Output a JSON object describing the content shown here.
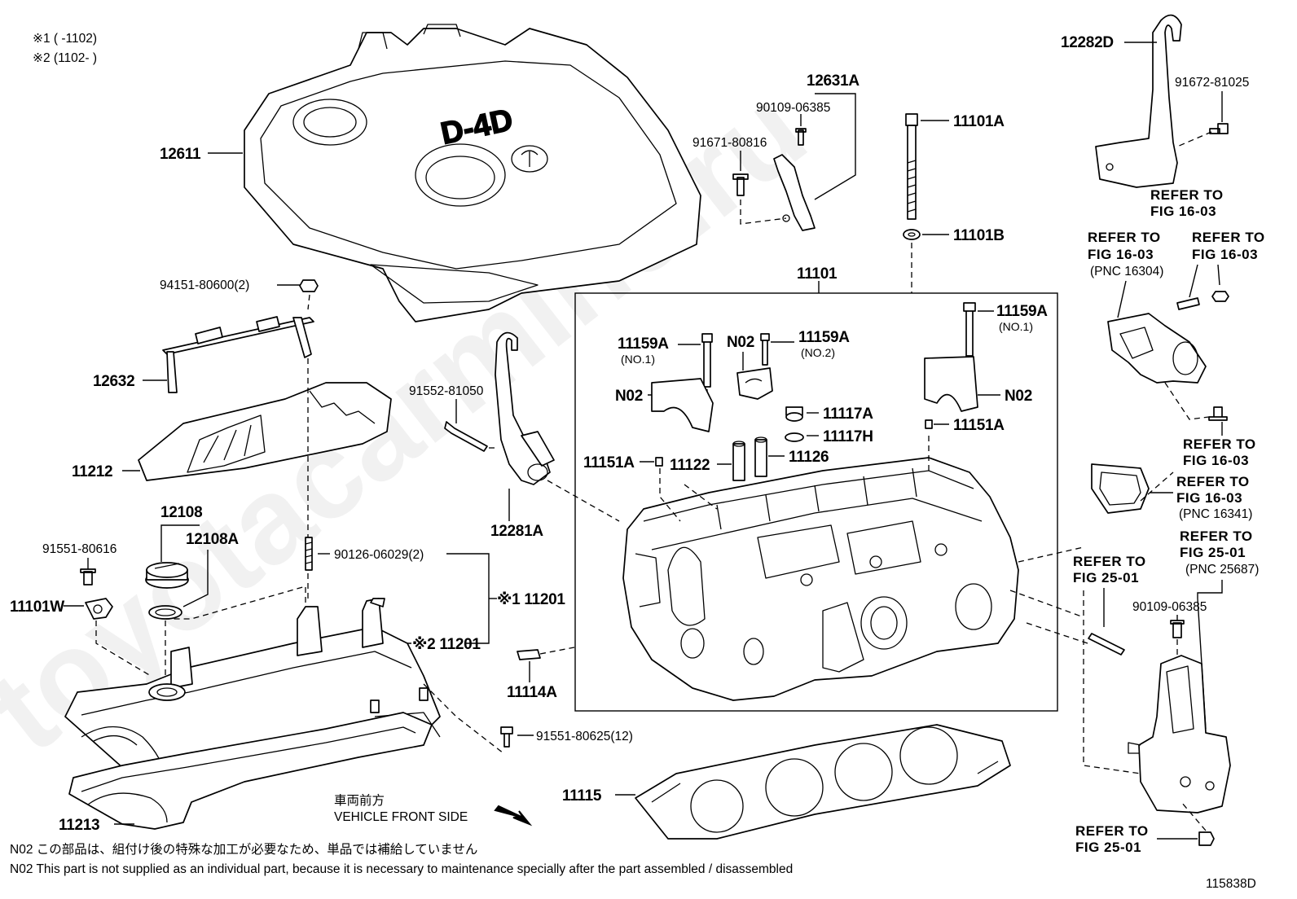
{
  "notes": {
    "n1_label": "※1 (      -1102)",
    "n2_label": "※2 (1102-      )",
    "vehicle_front_jp": "車両前方",
    "vehicle_front_en": "VEHICLE FRONT SIDE",
    "n02_jp": "N02  この部品は、組付け後の特殊な加工が必要なため、単品では補給していません",
    "n02_en": "N02  This part is not supplied as an individual part, because it is necessary to maintenance specially after the part assembled / disassembled",
    "figure_id": "115838D",
    "watermark": "toyotacarmine.ru",
    "cover_logo": "D-4D"
  },
  "parts": {
    "p12611": "12611",
    "p12631a": "12631A",
    "p90109_top": "90109-06385",
    "p91671": "91671-80816",
    "p11101a": "11101A",
    "p11101b": "11101B",
    "p12282d": "12282D",
    "p91672": "91672-81025",
    "p94151": "94151-80600(2)",
    "p12632": "12632",
    "p11212": "11212",
    "p91552": "91552-81050",
    "p12108": "12108",
    "p12108a": "12108A",
    "p91551_80616": "91551-80616",
    "p11101w": "11101W",
    "p90126": "90126-06029(2)",
    "p11201_1": "※1 11201",
    "p11201_2": "※2 11201",
    "p12281a": "12281A",
    "p11114a": "11114A",
    "p91551_80625": "91551-80625(12)",
    "p11213": "11213",
    "p11115": "11115",
    "p11101": "11101",
    "p11159a_l": "11159A",
    "p11159a_l_sub": "(NO.1)",
    "p11159a_m": "11159A",
    "p11159a_m_sub": "(NO.2)",
    "p11159a_r": "11159A",
    "p11159a_r_sub": "(NO.1)",
    "p_n02_l": "N02",
    "p_n02_m": "N02",
    "p_n02_r": "N02",
    "p11117a": "11117A",
    "p11117h": "11117H",
    "p11151a_l": "11151A",
    "p11151a_r": "11151A",
    "p11122": "11122",
    "p11126": "11126",
    "p90109_bottom": "90109-06385"
  },
  "refs": {
    "r1": [
      "REFER TO",
      "FIG 16-03"
    ],
    "r2": [
      "REFER TO",
      "FIG 16-03",
      "(PNC 16304)"
    ],
    "r3": [
      "REFER TO",
      "FIG 16-03"
    ],
    "r4": [
      "REFER TO",
      "FIG 16-03"
    ],
    "r5": [
      "REFER TO",
      "FIG 16-03",
      "(PNC 16341)"
    ],
    "r6": [
      "REFER TO",
      "FIG 25-01",
      "(PNC 25687)"
    ],
    "r7": [
      "REFER TO",
      "FIG 25-01"
    ],
    "r8": [
      "REFER TO",
      "FIG 25-01"
    ]
  }
}
